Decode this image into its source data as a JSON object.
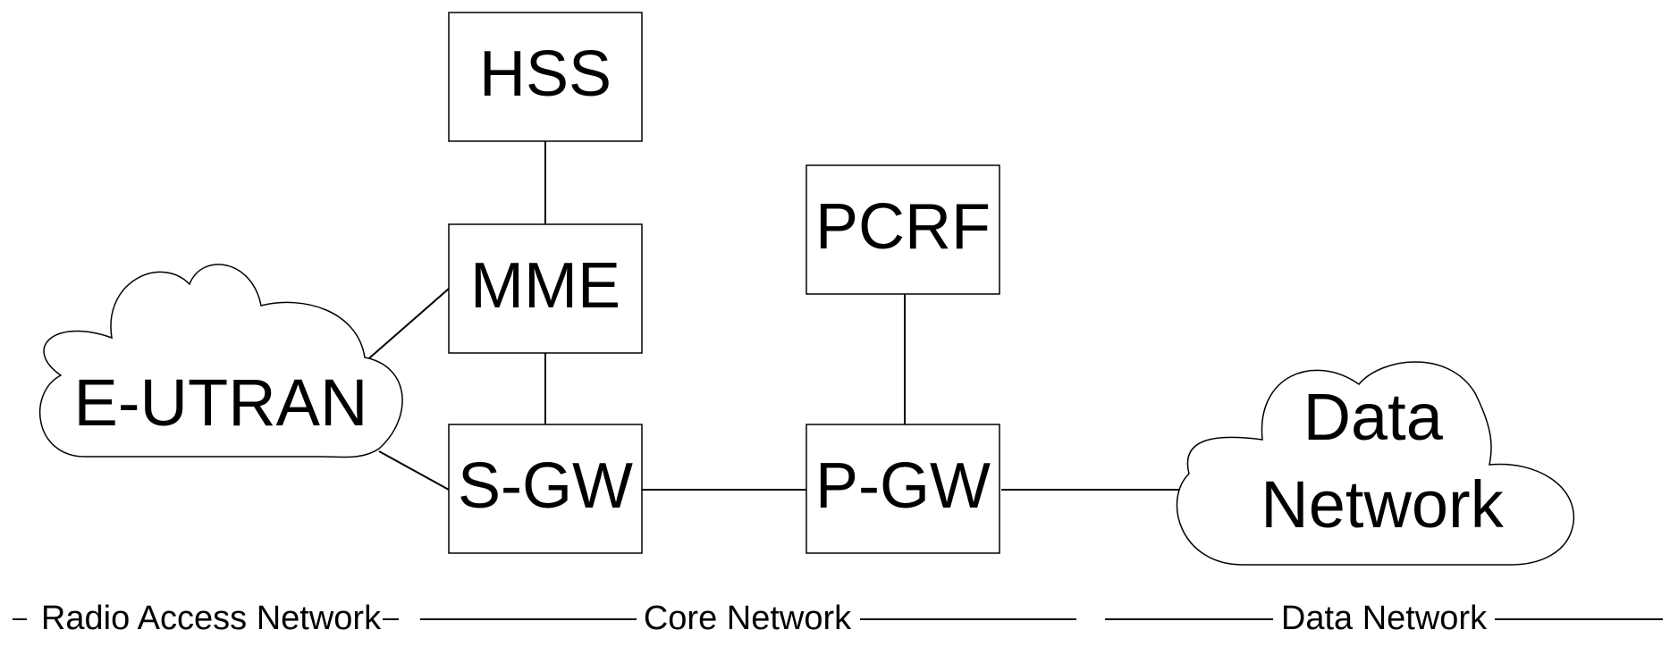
{
  "nodes": {
    "hss": "HSS",
    "mme": "MME",
    "sgw": "S-GW",
    "pcrf": "PCRF",
    "pgw": "P-GW"
  },
  "clouds": {
    "eutran": [
      "E-UTRAN"
    ],
    "data_network": [
      "Data",
      "Network"
    ]
  },
  "regions": {
    "radio_access": "Radio Access Network",
    "core": "Core Network",
    "data": "Data Network"
  }
}
